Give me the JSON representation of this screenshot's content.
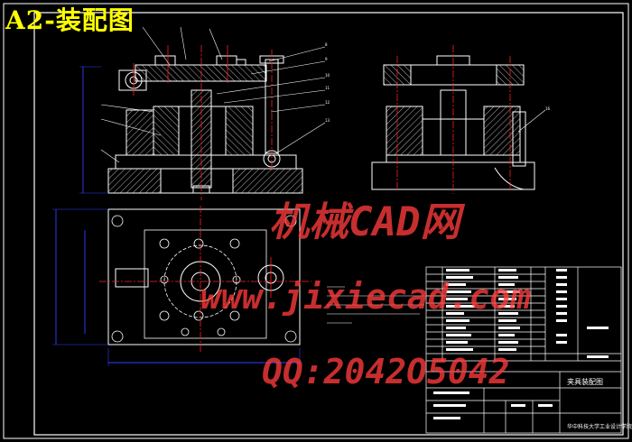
{
  "sheet_tag": "A2-装配图",
  "watermarks": {
    "site_name": "机械CAD网",
    "url": "www.jixiecad.com",
    "qq": "QQ:2042O5042"
  },
  "title_block": {
    "drawing_title": "夹具装配图",
    "school": "华中科技大学工业设计学院"
  },
  "colors": {
    "background": "#000000",
    "outline": "#ffffff",
    "centerline": "#ff2020",
    "dimension": "#3040ff",
    "hatch": "#ffffff",
    "tag": "#ffff00",
    "watermark": "#ff3b3b"
  }
}
